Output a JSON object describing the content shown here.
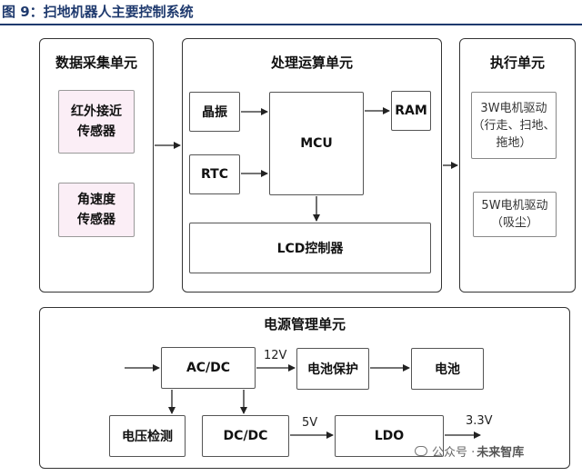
{
  "title": "图 9：扫地机器人主要控制系统",
  "panels": {
    "sensor": "数据采集单元",
    "processing": "处理运算单元",
    "exec": "执行单元",
    "power": "电源管理单元"
  },
  "boxes": {
    "ir": [
      "红外接近",
      "传感器"
    ],
    "angular": [
      "角速度",
      "传感器"
    ],
    "crystal": "晶振",
    "rtc": "RTC",
    "mcu": "MCU",
    "ram": "RAM",
    "lcd": "LCD控制器",
    "motor3w": [
      "3W电机驱动",
      "（行走、扫地、",
      "拖地）"
    ],
    "motor5w": [
      "5W电机驱动",
      "（吸尘）"
    ],
    "acdc": "AC/DC",
    "battery_protect": "电池保护",
    "battery": "电池",
    "voltage_detect": "电压检测",
    "dcdc": "DC/DC",
    "ldo": "LDO"
  },
  "labels": {
    "v12": "12V",
    "v5": "5V",
    "v33": "3.3V"
  },
  "watermark": {
    "prefix": "公众号 · ",
    "name": "未来智库"
  }
}
